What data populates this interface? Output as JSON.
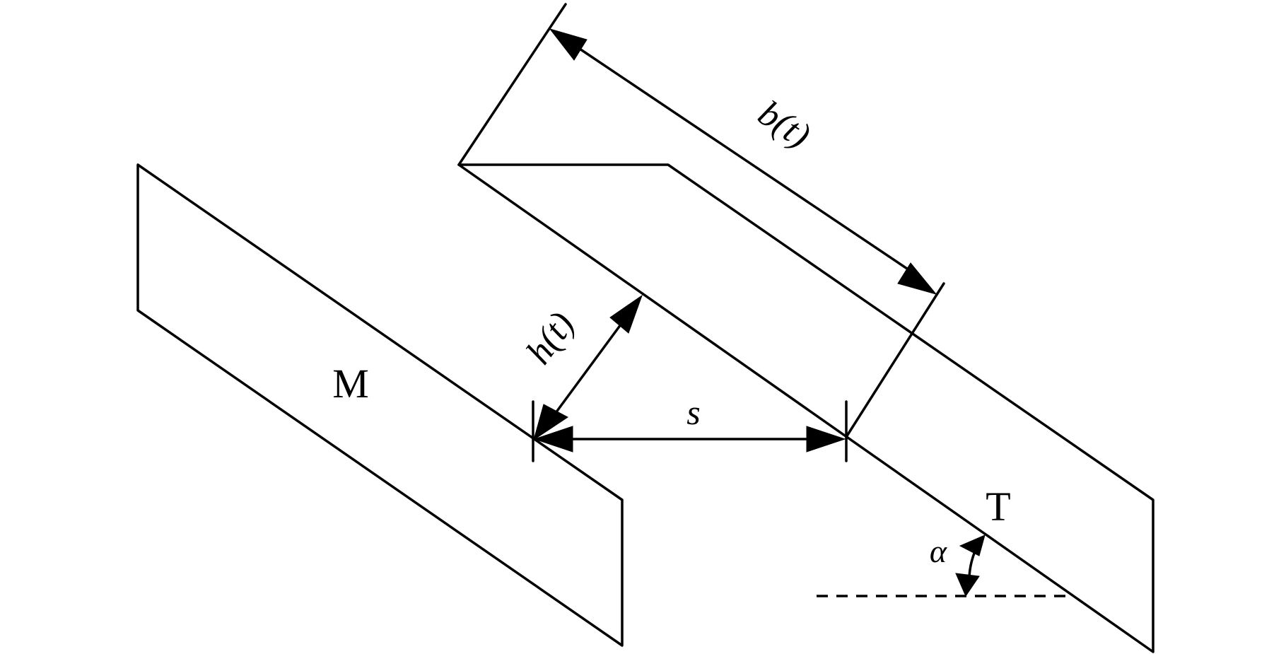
{
  "labels": {
    "plate_m": "M",
    "plate_t": "T",
    "spacing": "s",
    "width_var": "b(t)",
    "gap_var": "h(t)",
    "angle": "α"
  }
}
